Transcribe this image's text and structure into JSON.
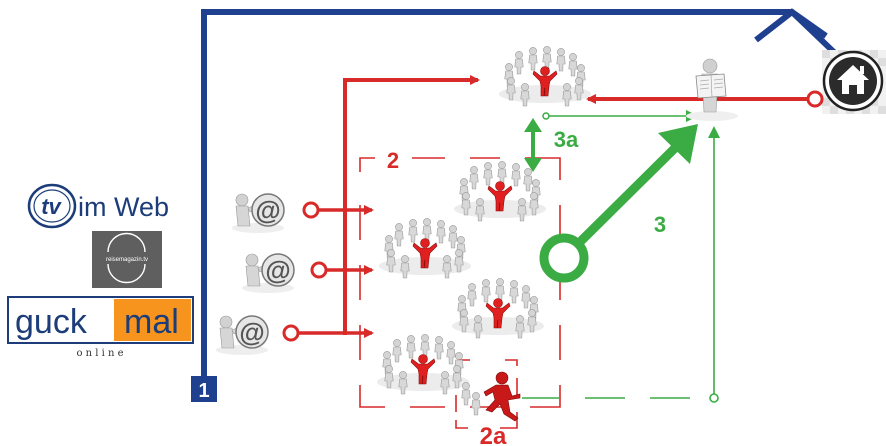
{
  "labels": {
    "step1": "1",
    "step2": "2",
    "step2a": "2a",
    "step3": "3",
    "step3a": "3a"
  },
  "logos": {
    "tv_icon": "tv",
    "tv_name": "im Web",
    "reise": "reisemagazin.tv",
    "guck": "guck",
    "mal": "mal",
    "online": "o n l i n e"
  },
  "colors": {
    "blue": "#1f3f8f",
    "red": "#d92a2a",
    "green": "#3aac43",
    "figure": "#cfcfcf",
    "leader": "#d81f1f",
    "dark": "#2a2a2a",
    "orange": "#f7941d"
  },
  "icons": {
    "home": "home-icon",
    "email_senders": "email-sender-icon",
    "group": "group-circle-icon",
    "reader": "newspaper-reader-icon",
    "runner": "running-figure-icon"
  }
}
